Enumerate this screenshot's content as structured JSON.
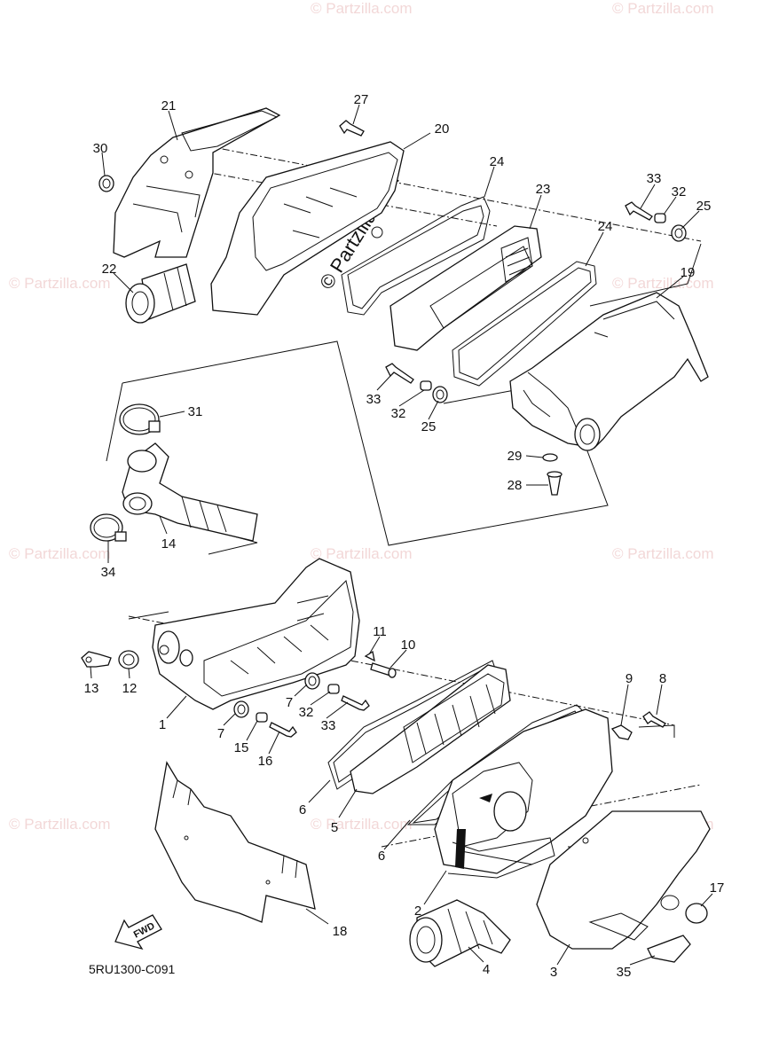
{
  "diagram_code": "5RU1300-C091",
  "watermark": "© Partzilla.com",
  "fwd_label": "FWD",
  "callouts": [
    {
      "id": "21",
      "text": "21"
    },
    {
      "id": "30",
      "text": "30"
    },
    {
      "id": "27",
      "text": "27"
    },
    {
      "id": "20",
      "text": "20"
    },
    {
      "id": "24a",
      "text": "24"
    },
    {
      "id": "23",
      "text": "23"
    },
    {
      "id": "24b",
      "text": "24"
    },
    {
      "id": "33a",
      "text": "33"
    },
    {
      "id": "32a",
      "text": "32"
    },
    {
      "id": "25a",
      "text": "25"
    },
    {
      "id": "22",
      "text": "22"
    },
    {
      "id": "19",
      "text": "19"
    },
    {
      "id": "33b",
      "text": "33"
    },
    {
      "id": "32b",
      "text": "32"
    },
    {
      "id": "25b",
      "text": "25"
    },
    {
      "id": "31",
      "text": "31"
    },
    {
      "id": "29",
      "text": "29"
    },
    {
      "id": "28",
      "text": "28"
    },
    {
      "id": "14",
      "text": "14"
    },
    {
      "id": "34",
      "text": "34"
    },
    {
      "id": "11",
      "text": "11"
    },
    {
      "id": "10",
      "text": "10"
    },
    {
      "id": "13",
      "text": "13"
    },
    {
      "id": "12",
      "text": "12"
    },
    {
      "id": "9",
      "text": "9"
    },
    {
      "id": "8",
      "text": "8"
    },
    {
      "id": "7a",
      "text": "7"
    },
    {
      "id": "32c",
      "text": "32"
    },
    {
      "id": "33c",
      "text": "33"
    },
    {
      "id": "1",
      "text": "1"
    },
    {
      "id": "7b",
      "text": "7"
    },
    {
      "id": "15",
      "text": "15"
    },
    {
      "id": "16",
      "text": "16"
    },
    {
      "id": "6a",
      "text": "6"
    },
    {
      "id": "5",
      "text": "5"
    },
    {
      "id": "6b",
      "text": "6"
    },
    {
      "id": "17",
      "text": "17"
    },
    {
      "id": "2",
      "text": "2"
    },
    {
      "id": "18",
      "text": "18"
    },
    {
      "id": "4",
      "text": "4"
    },
    {
      "id": "3",
      "text": "3"
    },
    {
      "id": "35",
      "text": "35"
    }
  ]
}
